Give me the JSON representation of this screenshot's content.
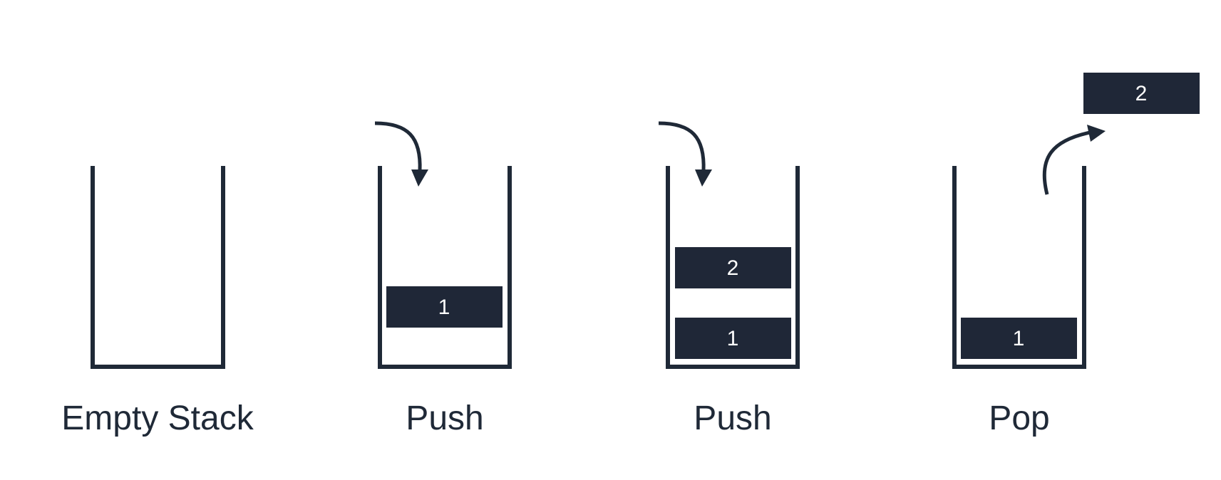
{
  "captions": {
    "empty": "Empty Stack",
    "push_1": "Push",
    "push_2": "Push",
    "pop": "Pop"
  },
  "blocks": {
    "push_1_bottom": "1",
    "push_2_top": "2",
    "push_2_bottom": "1",
    "pop_bottom": "1",
    "popped": "2"
  },
  "colors": {
    "ink": "#1f2937",
    "block_fill": "#1f2737",
    "block_text": "#ffffff",
    "background": "#ffffff"
  }
}
